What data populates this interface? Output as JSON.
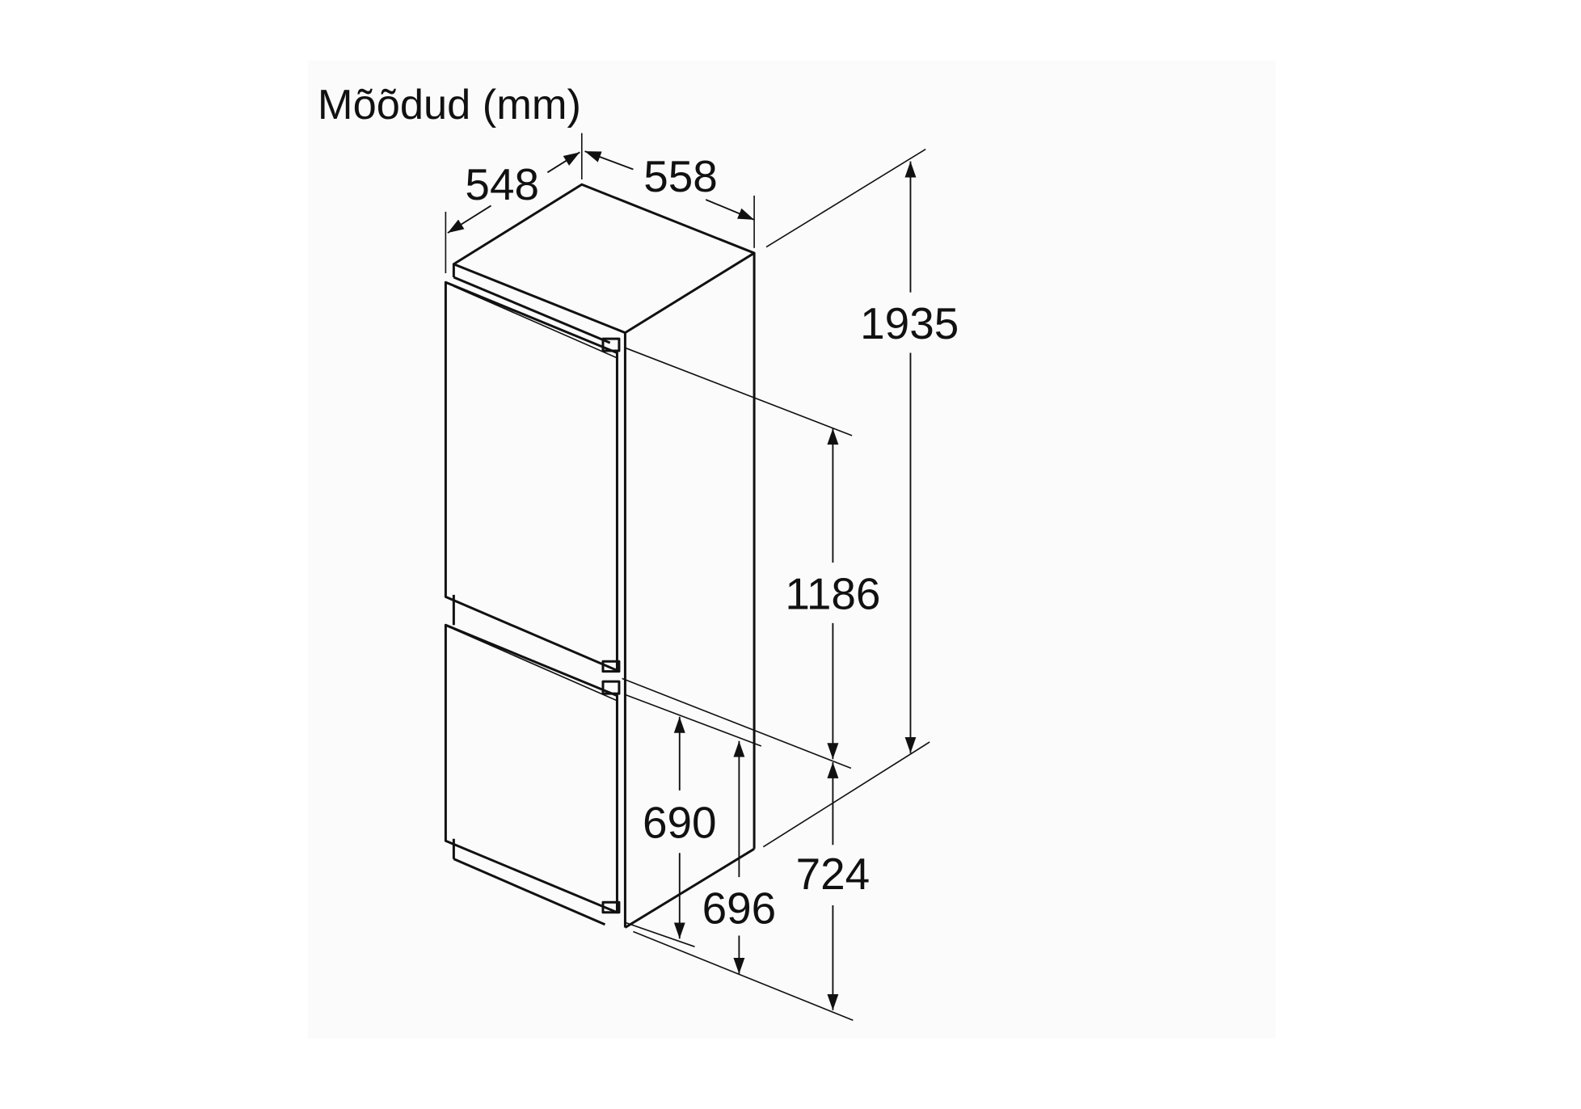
{
  "title": "Mõõdud (mm)",
  "dimensions": {
    "depth": "548",
    "width": "558",
    "total_height": "1935",
    "upper_height": "1186",
    "lower_height": "724",
    "lower_door_690": "690",
    "lower_door_696": "696"
  },
  "colors": {
    "line": "#111111",
    "background": "#ffffff",
    "panel": "#fbfbfb"
  }
}
